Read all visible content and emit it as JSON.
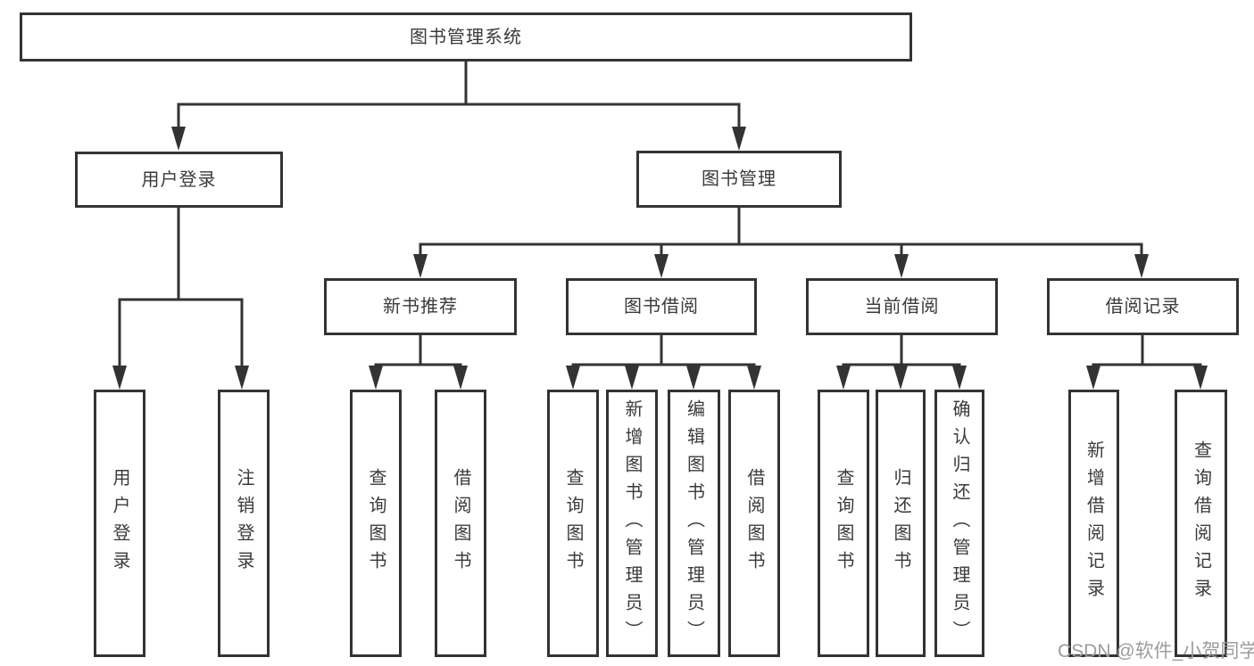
{
  "diagram": {
    "root": {
      "label": "图书管理系统"
    },
    "level2": [
      {
        "label": "用户登录"
      },
      {
        "label": "图书管理"
      }
    ],
    "level3": [
      {
        "label": "新书推荐"
      },
      {
        "label": "图书借阅"
      },
      {
        "label": "当前借阅"
      },
      {
        "label": "借阅记录"
      }
    ],
    "leaves": [
      {
        "label": "用户登录"
      },
      {
        "label": "注销登录"
      },
      {
        "label": "查询图书"
      },
      {
        "label": "借阅图书"
      },
      {
        "label": "查询图书"
      },
      {
        "label": "新增图书（管理员）"
      },
      {
        "label": "编辑图书（管理员）"
      },
      {
        "label": "借阅图书"
      },
      {
        "label": "查询图书"
      },
      {
        "label": "归还图书"
      },
      {
        "label": "确认归还（管理员）"
      },
      {
        "label": "新增借阅记录"
      },
      {
        "label": "查询借阅记录"
      }
    ]
  },
  "watermark": {
    "text": "CSDN @软件_小贺同学"
  },
  "colors": {
    "line": "#333333",
    "text": "#3a3a3a",
    "watermark": "#9c9c9c",
    "background": "#ffffff"
  }
}
